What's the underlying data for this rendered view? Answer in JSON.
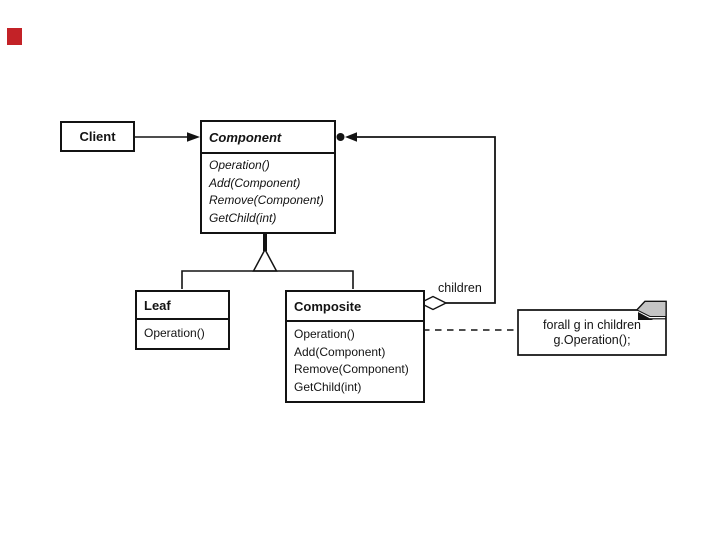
{
  "slide": {
    "accent_color": "#c32227",
    "line_color": "#131313",
    "note_fold_color": "#c4c4c4"
  },
  "classes": {
    "client": {
      "name": "Client"
    },
    "component": {
      "name": "Component",
      "methods": [
        "Operation()",
        "Add(Component)",
        "Remove(Component)",
        "GetChild(int)"
      ]
    },
    "leaf": {
      "name": "Leaf",
      "methods": [
        "Operation()"
      ]
    },
    "composite": {
      "name": "Composite",
      "methods": [
        "Operation()",
        "Add(Component)",
        "Remove(Component)",
        "GetChild(int)"
      ]
    }
  },
  "labels": {
    "aggregation_role": "children"
  },
  "note": {
    "line1": "forall g in children",
    "line2": "g.Operation();"
  }
}
